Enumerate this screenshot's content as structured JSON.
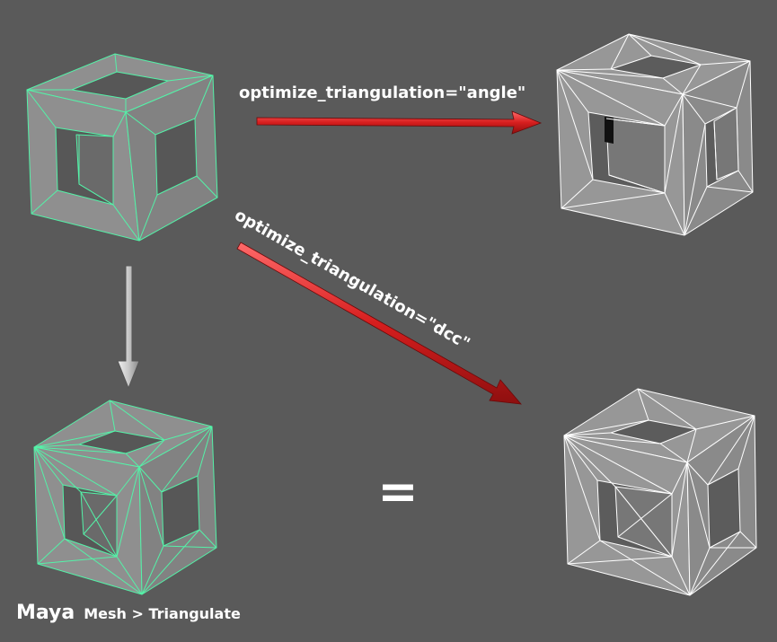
{
  "labels": {
    "angle": "optimize_triangulation=\"angle\"",
    "dcc": "optimize_triangulation=\"dcc\"",
    "equals": "="
  },
  "footer": {
    "app": "Maya",
    "menu_path": "Mesh > Triangulate"
  },
  "colors": {
    "background": "#5a5a5a",
    "face": "#8f8f8f",
    "hole": "#575757",
    "selected_wire": "#54f2a8",
    "white_wire": "#ffffff",
    "arrow_red": "#d61e1e",
    "arrow_gray": "#c8c8c8"
  }
}
